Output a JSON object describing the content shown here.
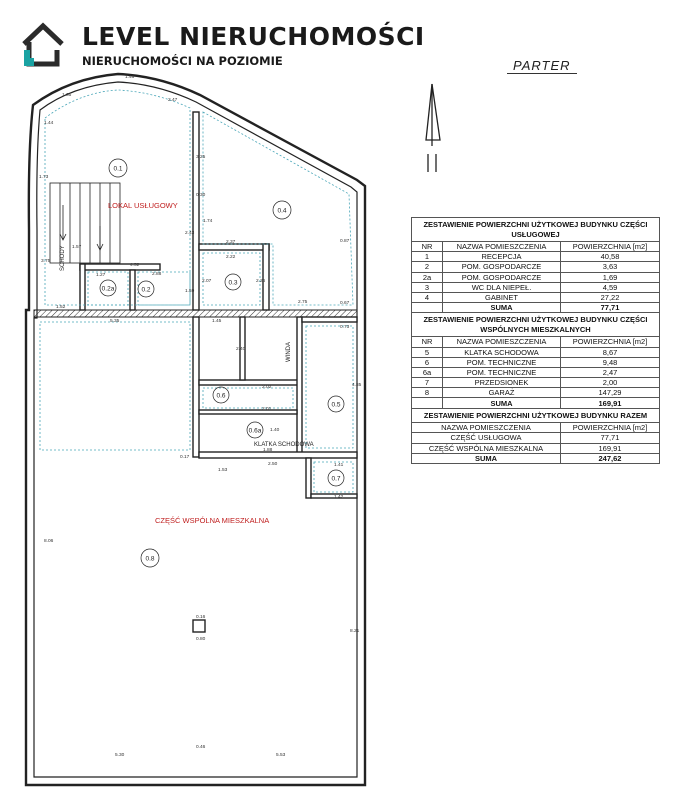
{
  "header": {
    "brand": "LEVEL NIERUCHOMOŚCI",
    "tagline": "NIERUCHOMOŚCI NA POZIOMIE",
    "logo_icon": "house-icon",
    "colors": {
      "logo_dark": "#2b2b2b",
      "logo_accent": "#1aa3a3"
    }
  },
  "floor_label": "PARTER",
  "compass_icon": "north-arrow-icon",
  "plan": {
    "zones": {
      "service": "LOKAL USŁUGOWY",
      "common": "CZĘŚĆ WSPÓLNA MIESZKALNA",
      "stairs": "SCHODY",
      "elevator": "WINDA",
      "staircase": "KLATKA SCHODOWA"
    },
    "rooms": [
      "0.1",
      "0.2",
      "0.2a",
      "0.3",
      "0.4",
      "0.5",
      "0.6",
      "0.6a",
      "0.7",
      "0.8"
    ],
    "dims": {
      "d1": "1.46",
      "d2": "1.35",
      "d3": "1.44",
      "d4": "1.73",
      "d5": "2.47",
      "d6": "3.25",
      "d7": "0.30",
      "d8": "1.74",
      "d9": "2.43",
      "d10": "2.37",
      "d11": "2.22",
      "d12": "2.07",
      "d13": "2.26",
      "d14": "4.52",
      "d15": "2.88",
      "d16": "1.59",
      "d17": "2.75",
      "d18": "0.87",
      "d19": "0.67",
      "d20": "1.57",
      "d21": "1.52",
      "d22": "5.35",
      "d23": "1.45",
      "d24": "2.40",
      "d25": "4.85",
      "d26": "2.02",
      "d27": "2.01",
      "d28": "1.88",
      "d29": "2.50",
      "d30": "1.53",
      "d31": "0.73",
      "d32": "1.41",
      "d33": "1.42",
      "d34": "8.06",
      "d35": "8.21",
      "d36": "5.30",
      "d37": "5.53",
      "d38": "0.46",
      "d39": "0.16",
      "d40": "1.40",
      "d41": "0.80",
      "d42": "0.17",
      "d43": "3.75",
      "d44": "1.27"
    }
  },
  "tables": {
    "service": {
      "title": "ZESTAWIENIE POWIERZCHNI UŻYTKOWEJ BUDYNKU CZĘŚCI USŁUGOWEJ",
      "headers": [
        "NR",
        "NAZWA POMIESZCZENIA",
        "POWIERZCHNIA [m2]"
      ],
      "rows": [
        [
          "1",
          "RECEPCJA",
          "40,58"
        ],
        [
          "2",
          "POM. GOSPODARCZE",
          "3,63"
        ],
        [
          "2a",
          "POM. GOSPODARCZE",
          "1,69"
        ],
        [
          "3",
          "WC DLA NIEPEŁ.",
          "4,59"
        ],
        [
          "4",
          "GABINET",
          "27,22"
        ]
      ],
      "sum_label": "SUMA",
      "sum_value": "77,71"
    },
    "residential": {
      "title": "ZESTAWIENIE POWIERZCHNI UŻYTKOWEJ BUDYNKU CZĘŚCI WSPÓLNYCH MIESZKALNYCH",
      "headers": [
        "NR",
        "NAZWA POMIESZCZENIA",
        "POWIERZCHNIA [m2]"
      ],
      "rows": [
        [
          "5",
          "KLATKA SCHODOWA",
          "8,67"
        ],
        [
          "6",
          "POM. TECHNICZNE",
          "9,48"
        ],
        [
          "6a",
          "POM. TECHNICZNE",
          "2,47"
        ],
        [
          "7",
          "PRZEDSIONEK",
          "2,00"
        ],
        [
          "8",
          "GARAŻ",
          "147,29"
        ]
      ],
      "sum_label": "SUMA",
      "sum_value": "169,91"
    },
    "total": {
      "title": "ZESTAWIENIE POWIERZCHNI UŻYTKOWEJ BUDYNKU RAZEM",
      "headers": [
        "NAZWA POMIESZCZENIA",
        "POWIERZCHNIA [m2]"
      ],
      "rows": [
        [
          "CZĘŚĆ USŁUGOWA",
          "77,71"
        ],
        [
          "CZĘŚĆ WSPÓLNA MIESZKALNA",
          "169,91"
        ]
      ],
      "sum_label": "SUMA",
      "sum_value": "247,62"
    }
  }
}
